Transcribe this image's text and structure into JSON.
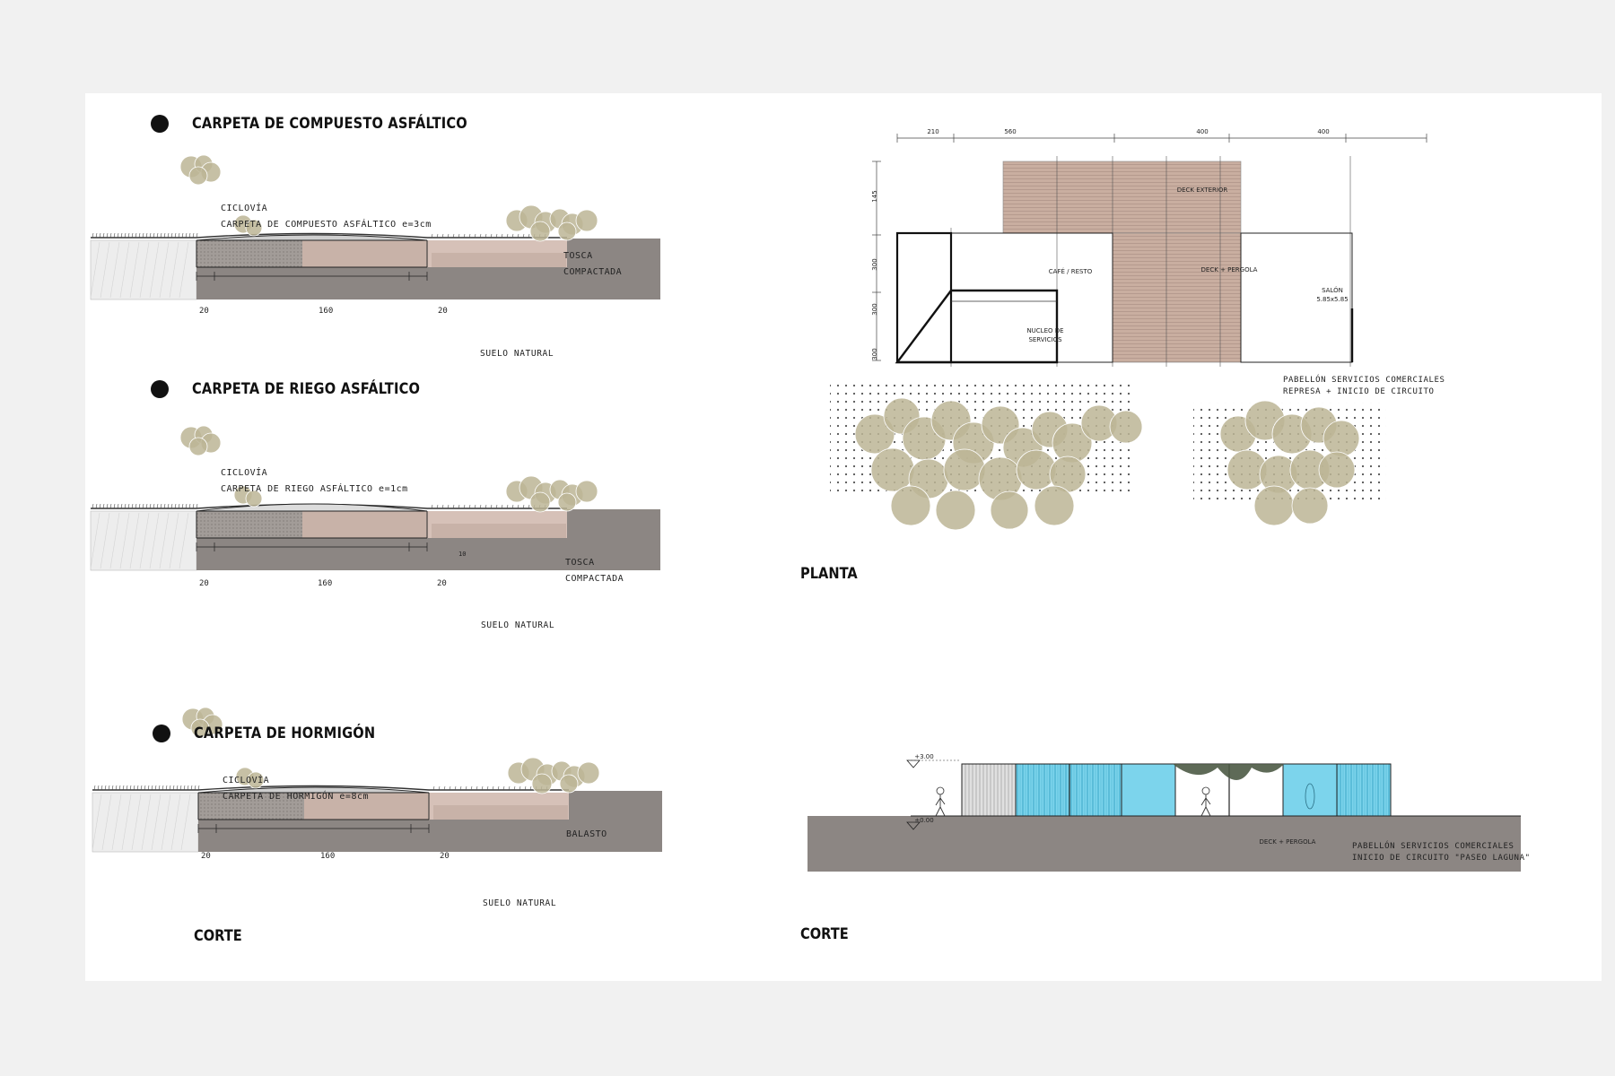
{
  "sections": [
    {
      "title": "CARPETA DE COMPUESTO ASFÁLTICO",
      "label_line1": "CICLOVÍA",
      "label_line2": "CARPETA DE COMPUESTO ASFÁLTICO e=3cm",
      "base_label_line1": "TOSCA",
      "base_label_line2": "COMPACTADA",
      "ground_label": "SUELO NATURAL",
      "dims": [
        "20",
        "160",
        "20"
      ]
    },
    {
      "title": "CARPETA DE RIEGO ASFÁLTICO",
      "label_line1": "CICLOVÍA",
      "label_line2": "CARPETA DE RIEGO ASFÁLTICO e=1cm",
      "base_label_line1": "TOSCA",
      "base_label_line2": "COMPACTADA",
      "ground_label": "SUELO NATURAL",
      "dims": [
        "20",
        "160",
        "20"
      ],
      "extra_dim": "10"
    },
    {
      "title": "CARPETA DE HORMIGÓN",
      "label_line1": "CICLOVÍA",
      "label_line2": "CARPETA DE HORMIGÓN e=8cm",
      "base_label_line1": "BALASTO",
      "ground_label": "SUELO NATURAL",
      "dims": [
        "20",
        "160",
        "20"
      ]
    }
  ],
  "left_footer": "CORTE",
  "plan": {
    "heading": "PLANTA",
    "dims_top": [
      "210",
      "560",
      "400",
      "400"
    ],
    "dims_left": [
      "145",
      "300",
      "300",
      "300"
    ],
    "rooms": {
      "deck_exterior": "DECK EXTERIOR",
      "cafe": "CAFÉ / RESTO",
      "nucleo_l1": "NUCLEO DE",
      "nucleo_l2": "SERVICIOS",
      "deck_pergola": "DECK + PERGOLA",
      "salon_l1": "SALÓN",
      "salon_l2": "5.85x5.85"
    },
    "caption_line1": "PABELLÓN SERVICIOS COMERCIALES",
    "caption_line2": "REPRESA + INICIO DE CIRCUITO"
  },
  "section_right": {
    "level_top": "+3.00",
    "level_bottom": "±0.00",
    "deck_label": "DECK + PERGOLA",
    "caption_line1": "PABELLÓN SERVICIOS COMERCIALES",
    "caption_line2": "INICIO DE CIRCUITO \"PASEO LAGUNA\"",
    "footer": "CORTE"
  },
  "colors": {
    "ground": "#8c8683",
    "soil_light": "#c8b2a8",
    "gravel": "#a29c98",
    "tree": "#bcb595",
    "wood": "#c9aea0",
    "glass": "#7cd4ec"
  }
}
